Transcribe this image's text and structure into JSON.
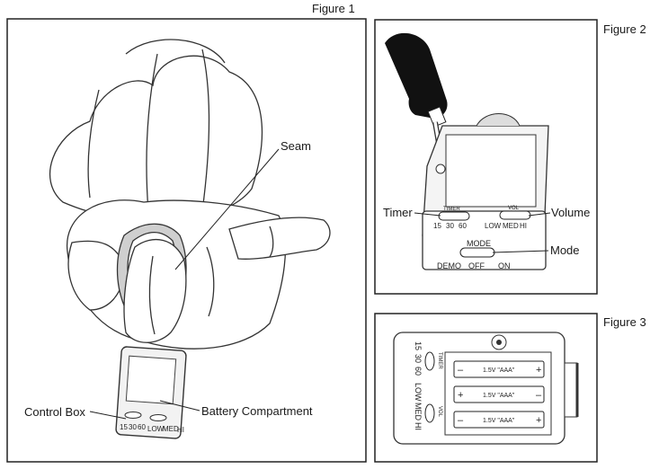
{
  "figure1": {
    "title": "Figure 1",
    "callouts": {
      "seam": "Seam",
      "control_box": "Control Box",
      "battery_compartment": "Battery Compartment"
    },
    "switch_labels": [
      "15",
      "30",
      "60",
      "LOW",
      "MED",
      "HI"
    ]
  },
  "figure2": {
    "title": "Figure 2",
    "callouts": {
      "timer": "Timer",
      "volume": "Volume",
      "mode": "Mode"
    },
    "timer_switch": {
      "caption": "TIMER",
      "options": [
        "15",
        "30",
        "60"
      ]
    },
    "volume_switch": {
      "caption": "VOL",
      "options": [
        "LOW",
        "MED",
        "HI"
      ]
    },
    "mode_switch": {
      "caption": "MODE",
      "options": [
        "DEMO",
        "OFF",
        "ON"
      ]
    }
  },
  "figure3": {
    "title": "Figure 3",
    "timer_options": [
      "15",
      "30",
      "60"
    ],
    "timer_caption": "TIMER",
    "volume_options": [
      "LOW",
      "MED",
      "HI"
    ],
    "volume_caption": "VOL",
    "batteries": [
      {
        "label": "1.5V \"AAA\"",
        "left_sign": "–",
        "right_sign": "+"
      },
      {
        "label": "1.5V \"AAA\"",
        "left_sign": "+",
        "right_sign": "–"
      },
      {
        "label": "1.5V \"AAA\"",
        "left_sign": "–",
        "right_sign": "+"
      }
    ]
  }
}
